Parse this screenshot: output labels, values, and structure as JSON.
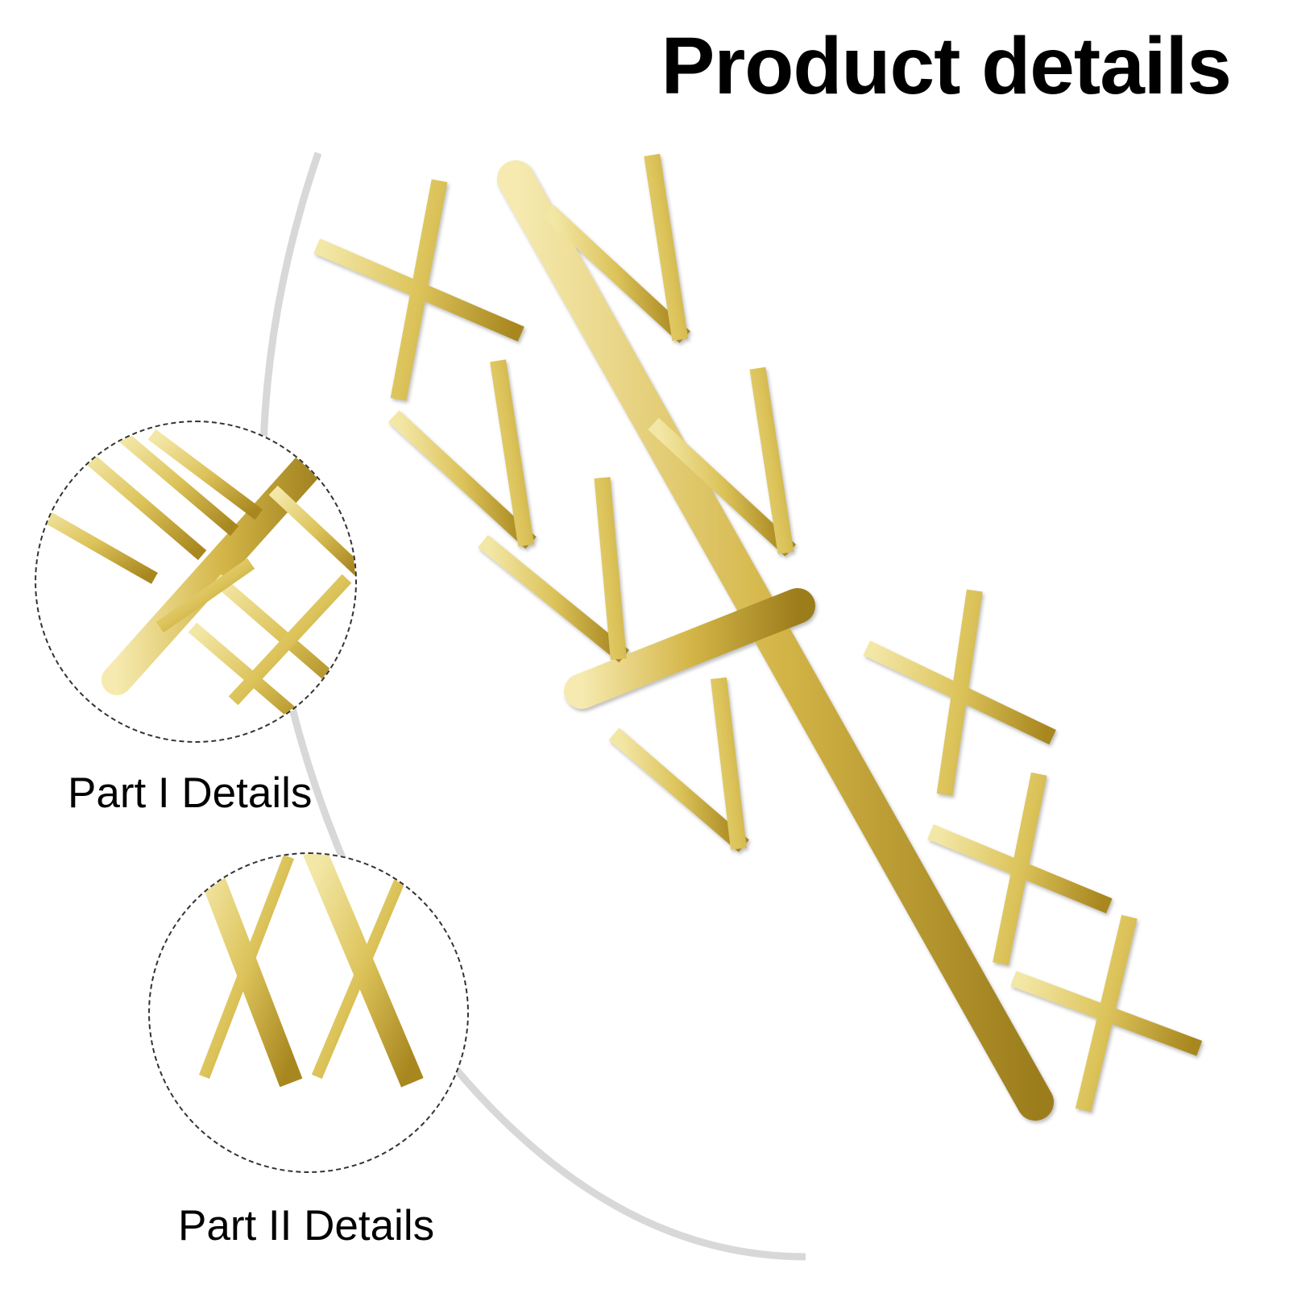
{
  "header": {
    "title": "Product details"
  },
  "details": [
    {
      "caption": "Part I Details"
    },
    {
      "caption": "Part II Details"
    }
  ],
  "colors": {
    "gold_light": "#f3e7a6",
    "gold_mid": "#dcc35a",
    "gold_dark": "#a8871f",
    "arc": "#d8d8d8"
  }
}
